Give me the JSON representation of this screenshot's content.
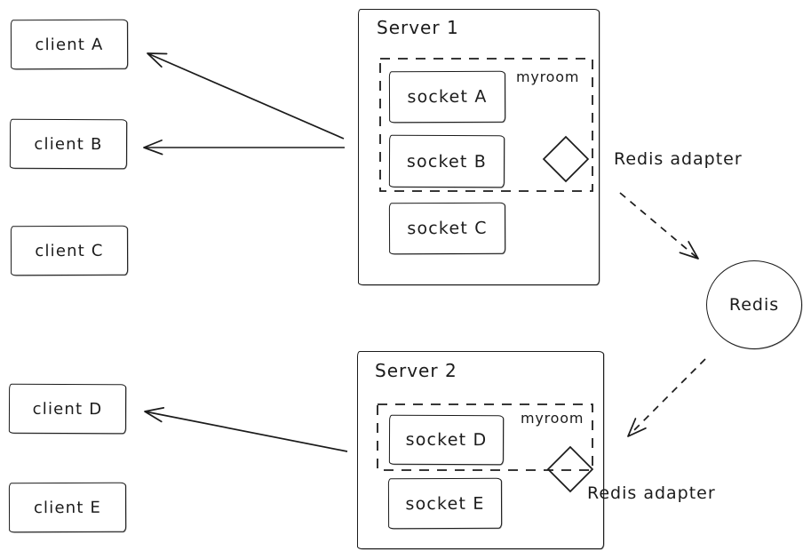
{
  "clients": {
    "a": {
      "label": "client A"
    },
    "b": {
      "label": "client B"
    },
    "c": {
      "label": "client C"
    },
    "d": {
      "label": "client D"
    },
    "e": {
      "label": "client E"
    }
  },
  "server1": {
    "title": "Server 1",
    "room_label": "myroom",
    "adapter_label": "Redis adapter",
    "sockets": {
      "a": {
        "label": "socket A"
      },
      "b": {
        "label": "socket B"
      },
      "c": {
        "label": "socket C"
      }
    }
  },
  "server2": {
    "title": "Server 2",
    "room_label": "myroom",
    "adapter_label": "Redis adapter",
    "sockets": {
      "d": {
        "label": "socket D"
      },
      "e": {
        "label": "socket E"
      }
    }
  },
  "redis": {
    "label": "Redis"
  },
  "colors": {
    "stroke": "#1b1b1b",
    "background": "#ffffff"
  }
}
